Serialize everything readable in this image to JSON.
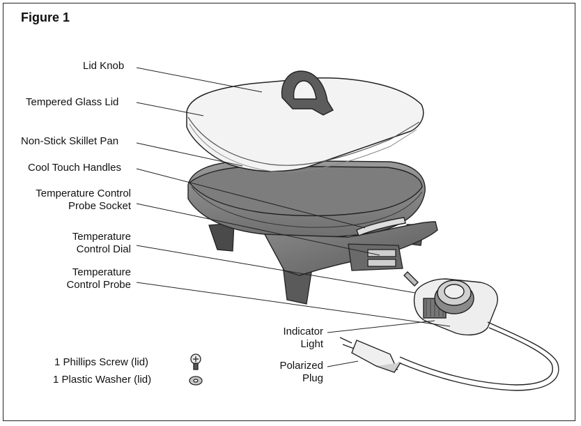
{
  "figure": {
    "title": "Figure 1"
  },
  "labels": {
    "lid_knob": "Lid Knob",
    "glass_lid": "Tempered Glass Lid",
    "skillet_pan": "Non-Stick Skillet Pan",
    "handles": "Cool Touch Handles",
    "probe_socket_1": "Temperature Control",
    "probe_socket_2": "Probe Socket",
    "control_dial_1": "Temperature",
    "control_dial_2": "Control Dial",
    "control_probe_1": "Temperature",
    "control_probe_2": "Control Probe",
    "indicator_1": "Indicator",
    "indicator_2": "Light",
    "plug_1": "Polarized",
    "plug_2": "Plug",
    "screw": "1 Phillips Screw (lid)",
    "washer": "1 Plastic Washer (lid)"
  }
}
